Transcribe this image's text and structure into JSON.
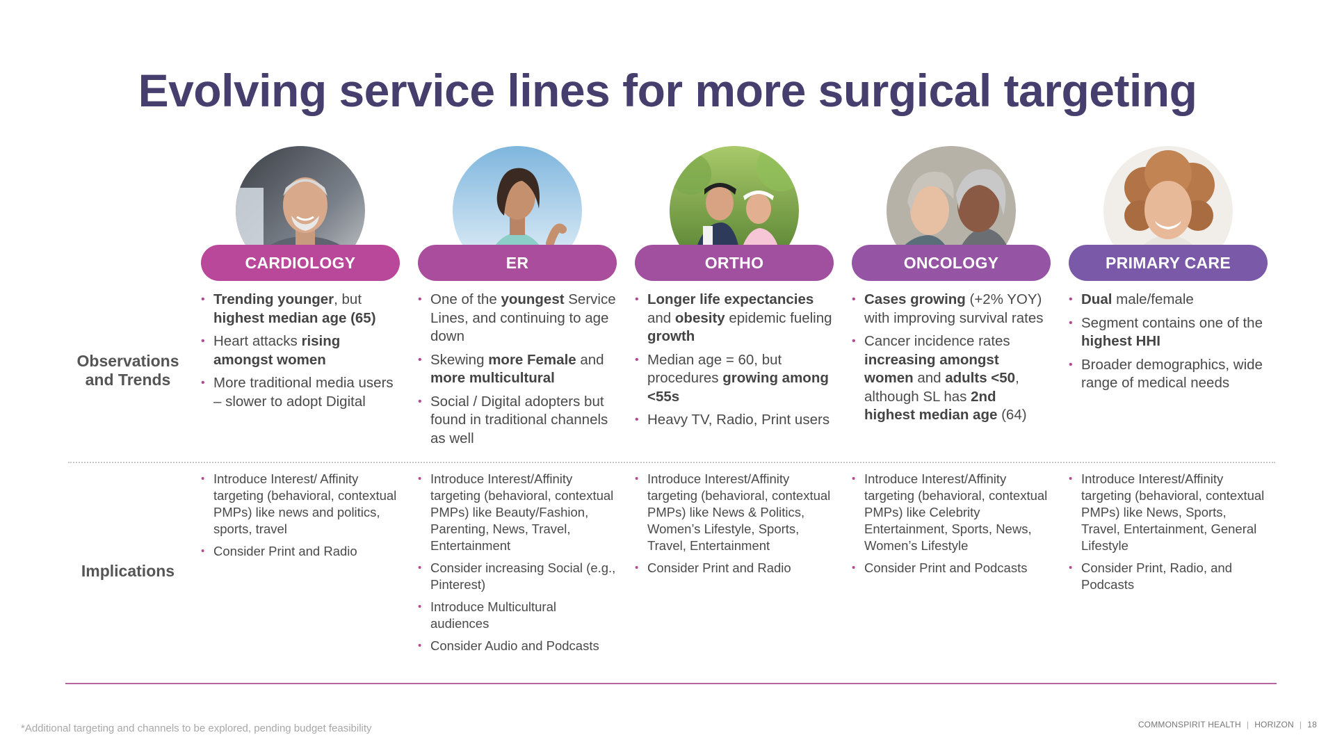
{
  "title": "Evolving service lines for more surgical targeting",
  "row_labels": {
    "observations": "Observations and Trends",
    "implications": "Implications"
  },
  "colors": {
    "title": "#463f6e",
    "bullet": "#b04b93",
    "rule": "#b5649e",
    "pill_cardiology": "#b9479a",
    "pill_er": "#ab4d9d",
    "pill_ortho": "#a1509f",
    "pill_oncology": "#9555a4",
    "pill_primary_care": "#7a59a8"
  },
  "columns": [
    {
      "name": "CARDIOLOGY",
      "photo": "smiling-older-man-on-exercise-bike-photo",
      "observations": [
        "<b>Trending younger</b>, but <b>highest median age (65)</b>",
        "Heart attacks <b>rising amongst women</b>",
        "More traditional media users – slower to adopt Digital"
      ],
      "implications": [
        "Introduce Interest/ Affinity targeting (behavioral, contextual PMPs) like news and politics, sports, travel",
        "Consider Print and Radio"
      ]
    },
    {
      "name": "ER",
      "photo": "woman-jogging-outdoors-photo",
      "observations": [
        "One of the <b>youngest</b> Service Lines, and continuing to age down",
        "Skewing <b>more Female</b> and <b>more multicultural</b>",
        "Social / Digital adopters but found in traditional channels as well"
      ],
      "implications": [
        "Introduce Interest/Affinity targeting (behavioral, contextual PMPs) like Beauty/Fashion, Parenting, News, Travel, Entertainment",
        "Consider increasing Social (e.g., Pinterest)",
        "Introduce Multicultural audiences",
        "Consider Audio and Podcasts"
      ]
    },
    {
      "name": "ORTHO",
      "photo": "senior-couple-golfing-photo",
      "observations": [
        "<b>Longer life expectancies</b> and <b>obesity</b> epidemic fueling <b>growth</b>",
        "Median age = 60, but procedures <b>growing among &lt;55s</b>",
        "Heavy TV, Radio, Print users"
      ],
      "implications": [
        "Introduce Interest/Affinity targeting (behavioral, contextual PMPs) like News &amp; Politics, Women’s Lifestyle, Sports, Travel, Entertainment",
        "Consider Print and Radio"
      ]
    },
    {
      "name": "ONCOLOGY",
      "photo": "two-women-embracing-photo",
      "observations": [
        "<b>Cases growing</b> (+2% YOY) with improving survival rates",
        "Cancer incidence rates <b>increasing amongst women</b> and <b>adults &lt;50</b>, although SL has <b>2nd highest median age</b> (64)"
      ],
      "implications": [
        "Introduce Interest/Affinity targeting (behavioral, contextual PMPs) like Celebrity Entertainment, Sports, News, Women’s Lifestyle",
        "Consider Print and Podcasts"
      ]
    },
    {
      "name": "PRIMARY CARE",
      "photo": "smiling-curly-haired-woman-photo",
      "observations": [
        "<b>Dual</b> male/female",
        "Segment contains one of the <b>highest HHI</b>",
        "Broader demographics, wide range of medical needs"
      ],
      "implications": [
        "Introduce Interest/Affinity targeting (behavioral, contextual PMPs) like News, Sports, Travel, Entertainment, General Lifestyle",
        "Consider Print, Radio, and Podcasts"
      ]
    }
  ],
  "footnote": "*Additional targeting and channels to be explored, pending budget feasibility",
  "footer": {
    "brand": "COMMONSPIRIT HEALTH",
    "sub": "HORIZON",
    "page": "18"
  }
}
